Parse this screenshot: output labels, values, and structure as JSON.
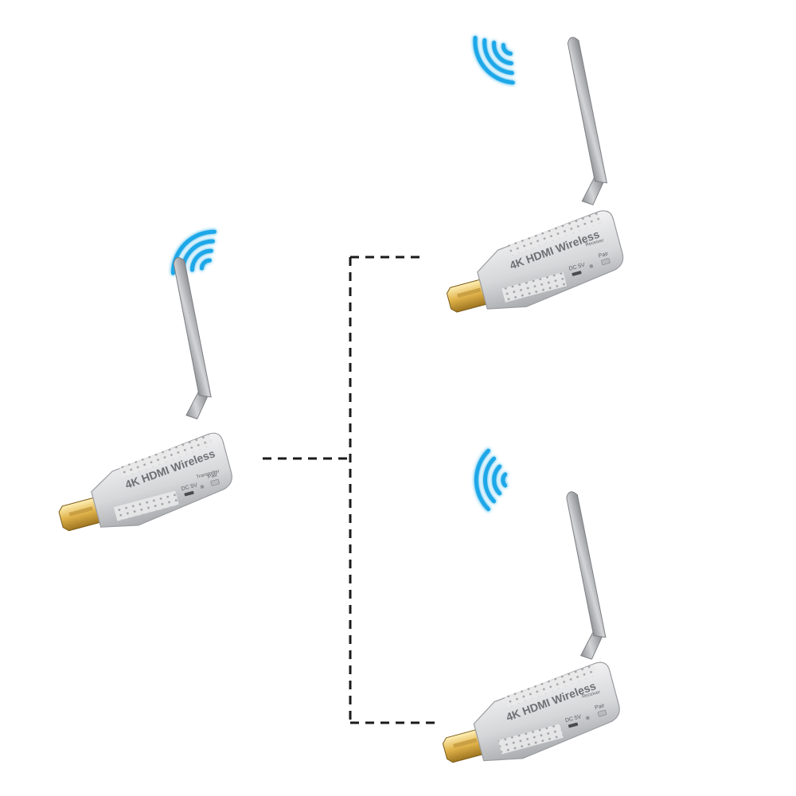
{
  "devices": [
    {
      "role": "transmitter",
      "title": "4K HDMI Wireless",
      "subtitle": "Transmitter",
      "port_label": "DC 5V",
      "button_label": "Pair"
    },
    {
      "role": "receiver-top",
      "title": "4K HDMI Wireless",
      "subtitle": "Receiver",
      "port_label": "DC 5V",
      "button_label": "Pair"
    },
    {
      "role": "receiver-bottom",
      "title": "4K HDMI Wireless",
      "subtitle": "Receiver",
      "port_label": "DC 5V",
      "button_label": "Pair"
    }
  ],
  "colors": {
    "connector_line": "#1a1a1a",
    "wifi_signal": "#1aa7e8",
    "device_body": "#d9dadc",
    "antenna": "#a9abae",
    "hdmi_plug": "#d8a93a"
  },
  "icons": [
    "wifi-signal-icon",
    "antenna-icon",
    "hdmi-plug-icon"
  ]
}
